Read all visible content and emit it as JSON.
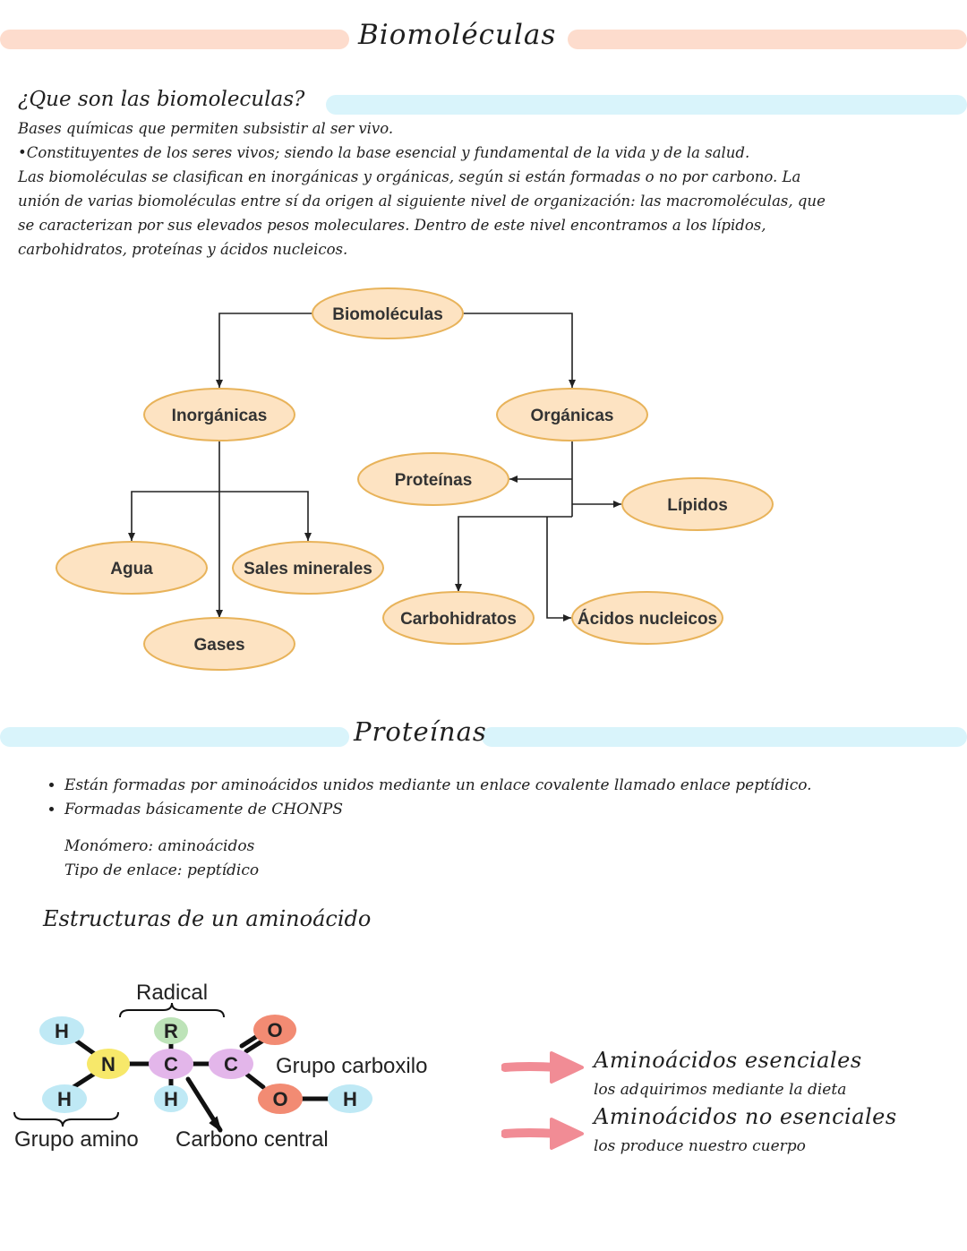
{
  "title": "Biomoléculas",
  "intro": {
    "question": "¿Que son las biomoleculas?",
    "lines": [
      " Bases químicas que  permiten subsistir al ser  vivo.",
      "•Constituyentes de los  seres   vivos;   siendo  la base esencial y  fundamental de la vida y  de la salud.",
      "Las biomoléculas se clasifican en inorgánicas y orgánicas, según si están formadas o no por carbono. La",
      "unión de varias biomoléculas entre sí da origen al siguiente nivel de organización: las macromoléculas, que",
      "se caracterizan por sus elevados pesos moleculares. Dentro de este nivel encontramos a los lípidos,",
      "carbohidratos, proteínas y ácidos nucleicos."
    ]
  },
  "diagram": {
    "nodes": {
      "root": "Biomoléculas",
      "inorganic": "Inorgánicas",
      "organic": "Orgánicas",
      "agua": "Agua",
      "sales": "Sales minerales",
      "gases": "Gases",
      "proteinas": "Proteínas",
      "lipidos": "Lípidos",
      "carbohidratos": "Carbohidratos",
      "acidos": "Ácidos nucleicos"
    },
    "colors": {
      "fill": "#fde3c2",
      "stroke": "#e8b35a",
      "line": "#222222"
    }
  },
  "proteins": {
    "title": "Proteínas",
    "bullets": [
      "Están formadas por aminoácidos unidos mediante un enlace covalente llamado enlace peptídico.",
      "Formadas básicamente de CHONPS"
    ],
    "monomer": "Monómero: aminoácidos",
    "bond": "Tipo de enlace: peptídico"
  },
  "amino": {
    "title": "Estructuras de un aminoácido",
    "labels": {
      "radical": "Radical",
      "carboxyl": "Grupo carboxilo",
      "amino_group": "Grupo amino",
      "central_carbon": "Carbono central"
    },
    "atoms": {
      "h": "H",
      "n": "N",
      "c": "C",
      "r": "R",
      "o": "O"
    },
    "atom_colors": {
      "h": "#bfe9f5",
      "n": "#f7e86a",
      "c": "#e3b6ea",
      "r": "#bde3b8",
      "o": "#f28b73"
    }
  },
  "types": {
    "essential_title": "Aminoácidos esenciales",
    "essential_desc": "los adquirimos mediante la dieta",
    "nonessential_title": "Aminoácidos no esenciales",
    "nonessential_desc": "los produce nuestro cuerpo",
    "arrow_color": "#f18c95"
  }
}
